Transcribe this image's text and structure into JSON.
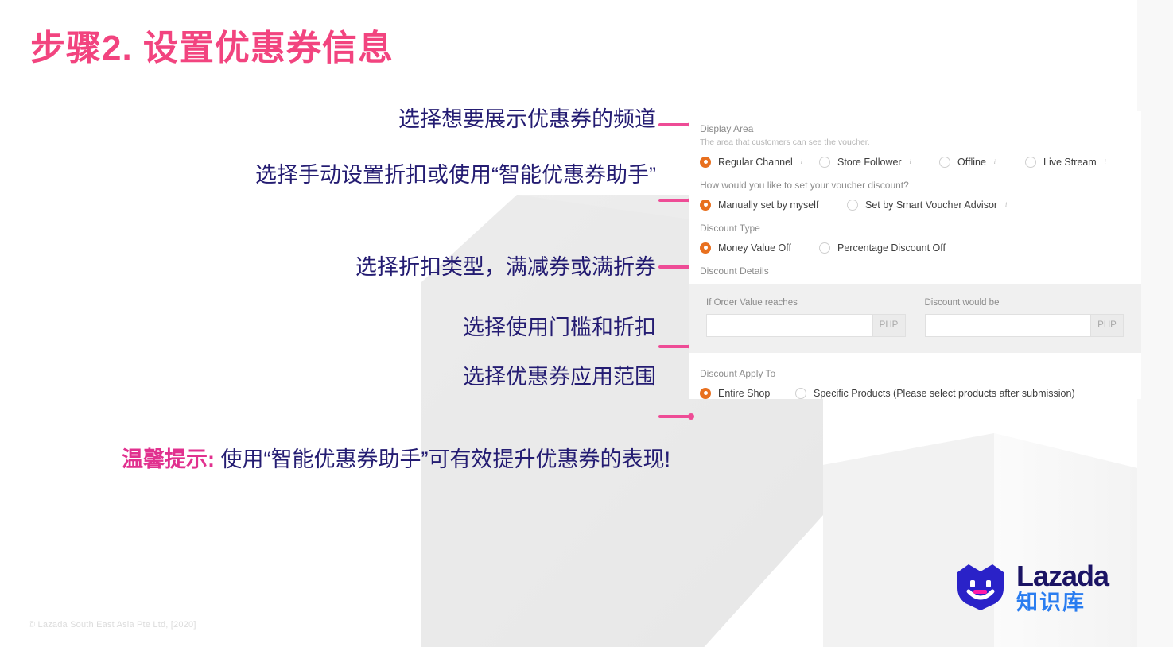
{
  "slide": {
    "title": "步骤2. 设置优惠券信息",
    "title_color": "#f2447f",
    "callout_color": "#241c72"
  },
  "callouts": [
    {
      "text": "选择想要展示优惠券的频道"
    },
    {
      "text": "选择手动设置折扣或使用“智能优惠券助手”"
    },
    {
      "text": "选择折扣类型，满减券或满折券"
    },
    {
      "text": "选择使用门槛和折扣"
    },
    {
      "text": "选择优惠券应用范围"
    }
  ],
  "tip": {
    "label": "温馨提示:",
    "text": " 使用“智能优惠券助手”可有效提升优惠券的表现!",
    "label_color": "#e1318f"
  },
  "footer": {
    "copyright": "© Lazada South East Asia Pte Ltd, [2020]"
  },
  "logo": {
    "wordmark": "Lazada",
    "sub": "知识库",
    "icon": "lazada-heart-smiley-icon",
    "brand_color": "#2a22c8",
    "wordmark_color": "#1b1464",
    "sub_color": "#2a7df0"
  },
  "form": {
    "accent_color": "#e8701f",
    "display_area": {
      "label": "Display Area",
      "sublabel": "The area that customers can see the voucher.",
      "options": [
        {
          "label": "Regular Channel",
          "selected": true,
          "info": true
        },
        {
          "label": "Store Follower",
          "selected": false,
          "info": true
        },
        {
          "label": "Offline",
          "selected": false,
          "info": true
        },
        {
          "label": "Live Stream",
          "selected": false,
          "info": true
        }
      ]
    },
    "discount_method": {
      "label": "How would you like to set your voucher discount?",
      "options": [
        {
          "label": "Manually set by myself",
          "selected": true,
          "info": false
        },
        {
          "label": "Set by Smart Voucher Advisor",
          "selected": false,
          "info": true
        }
      ]
    },
    "discount_type": {
      "label": "Discount Type",
      "options": [
        {
          "label": "Money Value Off",
          "selected": true,
          "info": false
        },
        {
          "label": "Percentage Discount Off",
          "selected": false,
          "info": false
        }
      ]
    },
    "discount_details": {
      "label": "Discount Details",
      "fields": [
        {
          "label": "If Order Value reaches",
          "value": "",
          "placeholder": "",
          "unit": "PHP"
        },
        {
          "label": "Discount would be",
          "value": "",
          "placeholder": "",
          "unit": "PHP"
        }
      ]
    },
    "discount_apply_to": {
      "label": "Discount Apply To",
      "options": [
        {
          "label": "Entire Shop",
          "selected": true,
          "info": false
        },
        {
          "label": "Specific Products (Please select products after submission)",
          "selected": false,
          "info": false
        }
      ]
    }
  }
}
